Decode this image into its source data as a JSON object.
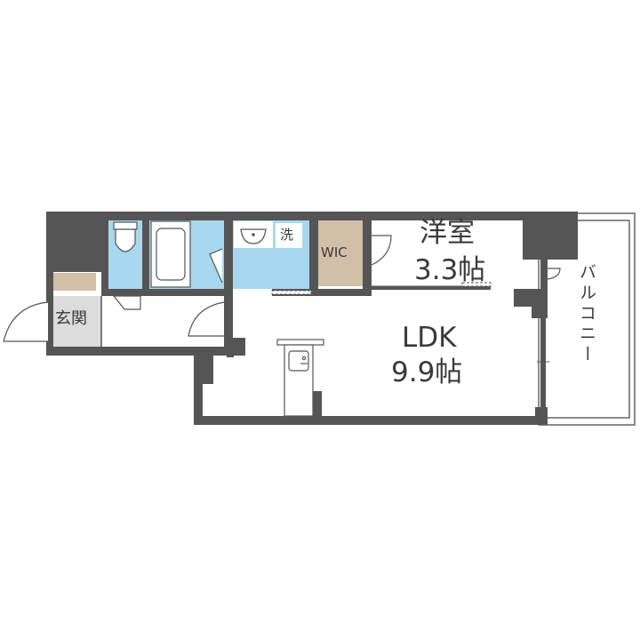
{
  "floor_plan": {
    "colors": {
      "wall": "#555555",
      "wet_area": "#a8d8f0",
      "storage": "#d2bfa8",
      "genkan_floor": "#dcdcdc",
      "floor": "#ffffff",
      "line": "#555555"
    },
    "rooms": {
      "western_room": {
        "name": "洋室",
        "size": "3.3帖"
      },
      "ldk": {
        "name": "LDK",
        "size": "9.9帖"
      },
      "wic": {
        "name": "WIC"
      },
      "entrance": {
        "name": "玄関"
      },
      "washroom": {
        "name": "洗"
      },
      "balcony": {
        "name": "バルコニー"
      }
    }
  }
}
